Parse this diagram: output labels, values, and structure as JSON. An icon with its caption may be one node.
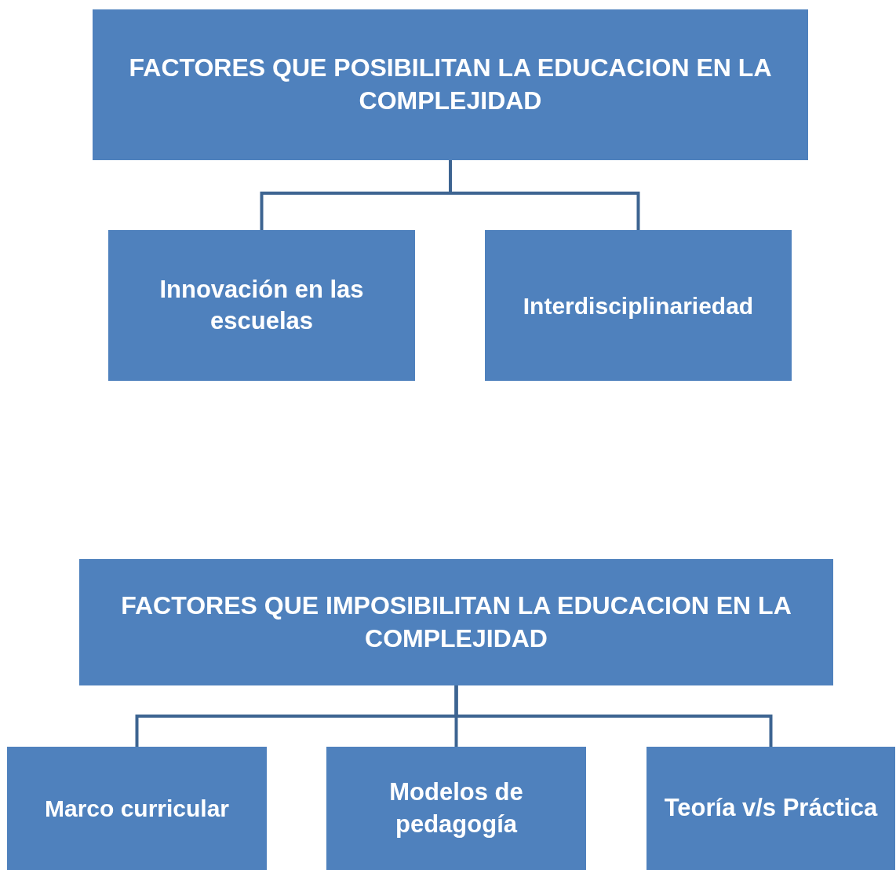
{
  "diagram": {
    "nodes": [
      {
        "text": [
          "FACTORES QUE POSIBILITAN LA EDUCACION EN LA COMPLEJIDAD"
        ]
      },
      {
        "text": [
          "Innovación en las escuelas"
        ]
      },
      {
        "text": [
          "Interdisciplinariedad"
        ]
      },
      {
        "text": [
          "FACTORES QUE IMPOSIBILITAN LA EDUCACION EN LA COMPLEJIDAD"
        ]
      },
      {
        "text": [
          "Marco curricular"
        ]
      },
      {
        "text": [
          "Modelos de pedagogía"
        ]
      },
      {
        "text": [
          "Teoría v/s Práctica"
        ]
      }
    ],
    "edges": [
      {
        "from": 0,
        "to": 1,
        "arrow": "none"
      },
      {
        "from": 0,
        "to": 2,
        "arrow": "none"
      },
      {
        "from": 3,
        "to": 4,
        "arrow": "none"
      },
      {
        "from": 3,
        "to": 5,
        "arrow": "none"
      },
      {
        "from": 3,
        "to": 6,
        "arrow": "none"
      }
    ]
  }
}
